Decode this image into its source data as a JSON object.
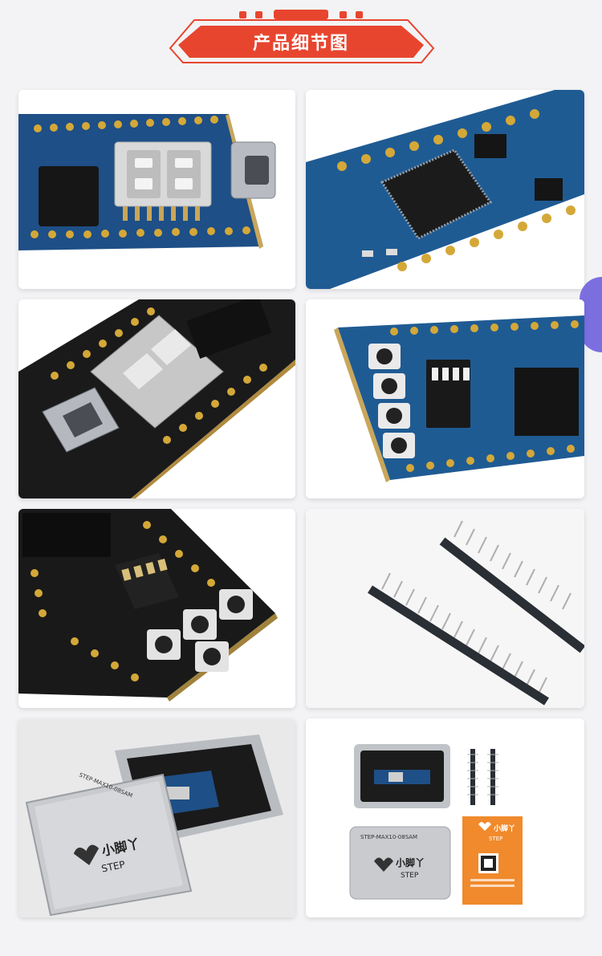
{
  "header": {
    "title": "产品细节图",
    "accent": "#e8452f"
  },
  "photos": [
    {
      "name": "photo-board-top-display"
    },
    {
      "name": "photo-board-chip-closeup"
    },
    {
      "name": "photo-board-display-usb"
    },
    {
      "name": "photo-board-buttons-dip"
    },
    {
      "name": "photo-board-black-buttons"
    },
    {
      "name": "photo-pin-headers"
    },
    {
      "name": "photo-tin-box-open"
    },
    {
      "name": "photo-package-contents"
    }
  ],
  "box": {
    "lid_label": "STEP-MAX10-08SAM",
    "brand": "小脚丫",
    "brand_en": "STEP"
  },
  "package": {
    "lid_label": "STEP-MAX10-08SAM",
    "brand": "小脚丫",
    "brand_en": "STEP",
    "card_brand": "小脚丫",
    "card_brand_en": "STEP"
  }
}
